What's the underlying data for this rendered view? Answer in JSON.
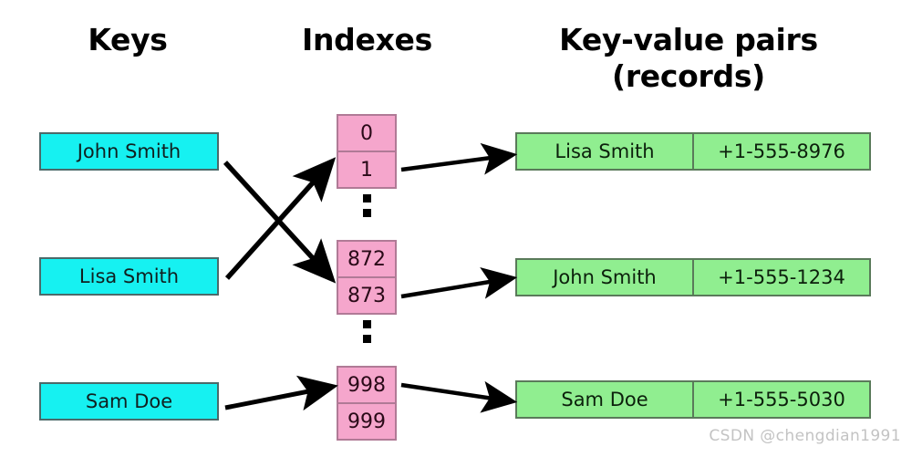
{
  "headings": {
    "keys": "Keys",
    "indexes": "Indexes",
    "key_value_pairs": "Key-value pairs\n(records)"
  },
  "colors": {
    "key_fill": "#16f1f1",
    "key_border": "#4b6a6a",
    "index_fill": "#f5a6cc",
    "index_border": "#b07a96",
    "record_fill": "#90ee90",
    "record_border": "#5a7a5a",
    "arrow": "#000000",
    "background": "#ffffff",
    "watermark": "#c3c3c3"
  },
  "keys": [
    {
      "label": "John Smith"
    },
    {
      "label": "Lisa Smith"
    },
    {
      "label": "Sam Doe"
    }
  ],
  "index_groups": [
    {
      "cells": [
        "0",
        "1"
      ]
    },
    {
      "cells": [
        "872",
        "873"
      ]
    },
    {
      "cells": [
        "998",
        "999"
      ]
    }
  ],
  "ellipses": [
    {
      "symbol": "vertical-dots"
    },
    {
      "symbol": "vertical-dots"
    }
  ],
  "records": [
    {
      "name": "Lisa Smith",
      "phone": "+1-555-8976"
    },
    {
      "name": "John Smith",
      "phone": "+1-555-1234"
    },
    {
      "name": "Sam Doe",
      "phone": "+1-555-5030"
    }
  ],
  "arrows": [
    {
      "from": "John Smith",
      "to": "873"
    },
    {
      "from": "Lisa Smith",
      "to": "1"
    },
    {
      "from": "Sam Doe",
      "to": "998"
    },
    {
      "from": "1",
      "to": "Lisa Smith record"
    },
    {
      "from": "873",
      "to": "John Smith record"
    },
    {
      "from": "998",
      "to": "Sam Doe record"
    }
  ],
  "watermark": "CSDN @chengdian1991"
}
